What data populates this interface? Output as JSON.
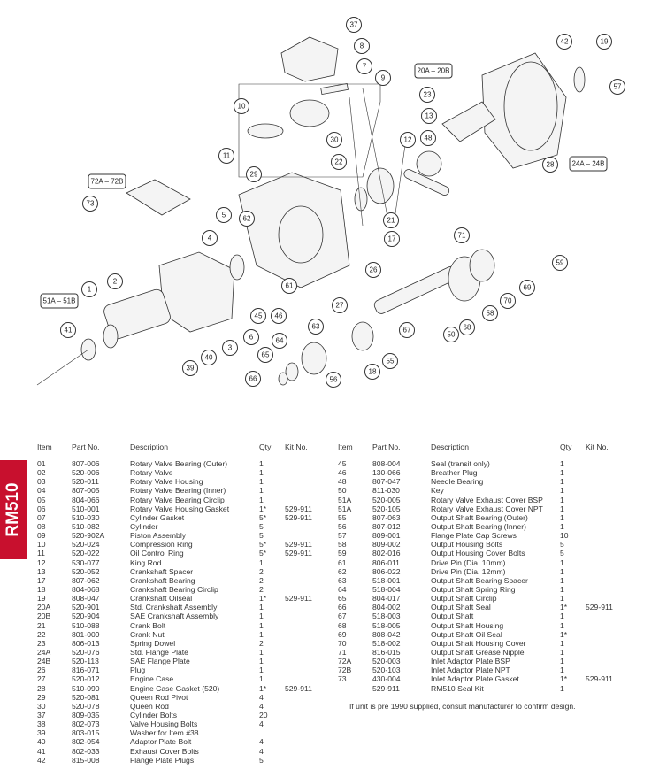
{
  "side_tab": "RM510",
  "callouts": [
    "37",
    "8",
    "7",
    "9",
    "10",
    "11",
    "30",
    "29",
    "22",
    "12",
    "48",
    "13",
    "23",
    "42",
    "19",
    "57",
    "28",
    "73",
    "5",
    "62",
    "4",
    "2",
    "1",
    "41",
    "39",
    "40",
    "3",
    "6",
    "45",
    "46",
    "61",
    "26",
    "27",
    "21",
    "17",
    "71",
    "59",
    "69",
    "70",
    "58",
    "50",
    "68",
    "67",
    "63",
    "64",
    "65",
    "18",
    "55",
    "56",
    "66"
  ],
  "boxed_callouts": [
    "20A – 20B",
    "24A – 24B",
    "72A – 72B",
    "51A – 51B"
  ],
  "table_headers": {
    "item": "Item",
    "part": "Part No.",
    "desc": "Description",
    "qty": "Qty",
    "kit": "Kit No."
  },
  "left_rows": [
    [
      "01",
      "807-006",
      "Rotary Valve Bearing (Outer)",
      "1",
      ""
    ],
    [
      "02",
      "520-006",
      "Rotary Valve",
      "1",
      ""
    ],
    [
      "03",
      "520-011",
      "Rotary Valve Housing",
      "1",
      ""
    ],
    [
      "04",
      "807-005",
      "Rotary Valve Bearing (Inner)",
      "1",
      ""
    ],
    [
      "05",
      "804-066",
      "Rotary Valve Bearing Circlip",
      "1",
      ""
    ],
    [
      "06",
      "510-001",
      "Rotary Valve Housing Gasket",
      "1*",
      "529-911"
    ],
    [
      "07",
      "510-030",
      "Cylinder Gasket",
      "5*",
      "529-911"
    ],
    [
      "08",
      "510-082",
      "Cylinder",
      "5",
      ""
    ],
    [
      "09",
      "520-902A",
      "Piston Assembly",
      "5",
      ""
    ],
    [
      "10",
      "520-024",
      "Compression Ring",
      "5*",
      "529-911"
    ],
    [
      "11",
      "520-022",
      "Oil Control Ring",
      "5*",
      "529-911"
    ],
    [
      "12",
      "530-077",
      "King Rod",
      "1",
      ""
    ],
    [
      "13",
      "520-052",
      "Crankshaft Spacer",
      "2",
      ""
    ],
    [
      "17",
      "807-062",
      "Crankshaft Bearing",
      "2",
      ""
    ],
    [
      "18",
      "804-068",
      "Crankshaft Bearing Circlip",
      "2",
      ""
    ],
    [
      "19",
      "808-047",
      "Crankshaft Oilseal",
      "1*",
      "529-911"
    ],
    [
      "20A",
      "520-901",
      "Std. Crankshaft Assembly",
      "1",
      ""
    ],
    [
      "20B",
      "520-904",
      "SAE Crankshaft Assembly",
      "1",
      ""
    ],
    [
      "21",
      "510-088",
      "Crank Bolt",
      "1",
      ""
    ],
    [
      "22",
      "801-009",
      "Crank Nut",
      "1",
      ""
    ],
    [
      "23",
      "806-013",
      "Spring Dowel",
      "2",
      ""
    ],
    [
      "24A",
      "520-076",
      "Std. Flange Plate",
      "1",
      ""
    ],
    [
      "24B",
      "520-113",
      "SAE Flange Plate",
      "1",
      ""
    ],
    [
      "26",
      "816-071",
      "Plug",
      "1",
      ""
    ],
    [
      "27",
      "520-012",
      "Engine Case",
      "1",
      ""
    ],
    [
      "28",
      "510-090",
      "Engine Case Gasket (520)",
      "1*",
      "529-911"
    ],
    [
      "29",
      "520-081",
      "Queen Rod Pivot",
      "4",
      ""
    ],
    [
      "30",
      "520-078",
      "Queen Rod",
      "4",
      ""
    ],
    [
      "37",
      "809-035",
      "Cylinder Bolts",
      "20",
      ""
    ],
    [
      "38",
      "802-073",
      "Valve Housing Bolts",
      "4",
      ""
    ],
    [
      "39",
      "803-015",
      "Washer for Item #38",
      "",
      ""
    ],
    [
      "40",
      "802-054",
      "Adaptor Plate Bolt",
      "4",
      ""
    ],
    [
      "41",
      "802-033",
      "Exhaust Cover Bolts",
      "4",
      ""
    ],
    [
      "42",
      "815-008",
      "Flange Plate Plugs",
      "5",
      ""
    ]
  ],
  "right_rows": [
    [
      "45",
      "808-004",
      "Seal (transit only)",
      "1",
      ""
    ],
    [
      "46",
      "130-066",
      "Breather Plug",
      "1",
      ""
    ],
    [
      "48",
      "807-047",
      "Needle Bearing",
      "1",
      ""
    ],
    [
      "50",
      "811-030",
      "Key",
      "1",
      ""
    ],
    [
      "51A",
      "520-005",
      "Rotary Valve Exhaust Cover BSP",
      "1",
      ""
    ],
    [
      "51A",
      "520-105",
      "Rotary Valve Exhaust Cover NPT",
      "1",
      ""
    ],
    [
      "55",
      "807-063",
      "Output Shaft Bearing (Outer)",
      "1",
      ""
    ],
    [
      "56",
      "807-012",
      "Output Shaft Bearing (Inner)",
      "1",
      ""
    ],
    [
      "57",
      "809-001",
      "Flange Plate Cap Screws",
      "10",
      ""
    ],
    [
      "58",
      "809-002",
      "Output Housing Bolts",
      "5",
      ""
    ],
    [
      "59",
      "802-016",
      "Output Housing Cover Bolts",
      "5",
      ""
    ],
    [
      "61",
      "806-011",
      "Drive Pin (Dia. 10mm)",
      "1",
      ""
    ],
    [
      "62",
      "806-022",
      "Drive Pin (Dia. 12mm)",
      "1",
      ""
    ],
    [
      "63",
      "518-001",
      "Output Shaft Bearing Spacer",
      "1",
      ""
    ],
    [
      "64",
      "518-004",
      "Output Shaft Spring Ring",
      "1",
      ""
    ],
    [
      "65",
      "804-017",
      "Output Shaft Circlip",
      "1",
      ""
    ],
    [
      "66",
      "804-002",
      "Output Shaft Seal",
      "1*",
      "529-911"
    ],
    [
      "67",
      "518-003",
      "Output Shaft",
      "1",
      ""
    ],
    [
      "68",
      "518-005",
      "Output Shaft Housing",
      "1",
      ""
    ],
    [
      "69",
      "808-042",
      "Output Shaft Oil Seal",
      "1*",
      ""
    ],
    [
      "70",
      "518-002",
      "Output Shaft Housing Cover",
      "1",
      ""
    ],
    [
      "71",
      "816-015",
      "Output Shaft Grease Nipple",
      "1",
      ""
    ],
    [
      "72A",
      "520-003",
      "Inlet Adaptor Plate BSP",
      "1",
      ""
    ],
    [
      "72B",
      "520-103",
      "Inlet Adaptor Plate NPT",
      "1",
      ""
    ],
    [
      "73",
      "430-004",
      "Inlet Adaptor Plate Gasket",
      "1*",
      "529-911"
    ],
    [
      "",
      "529-911",
      "RM510 Seal Kit",
      "1",
      ""
    ]
  ],
  "footnote": "If unit is pre 1990 supplied, consult manufacturer to confirm design."
}
